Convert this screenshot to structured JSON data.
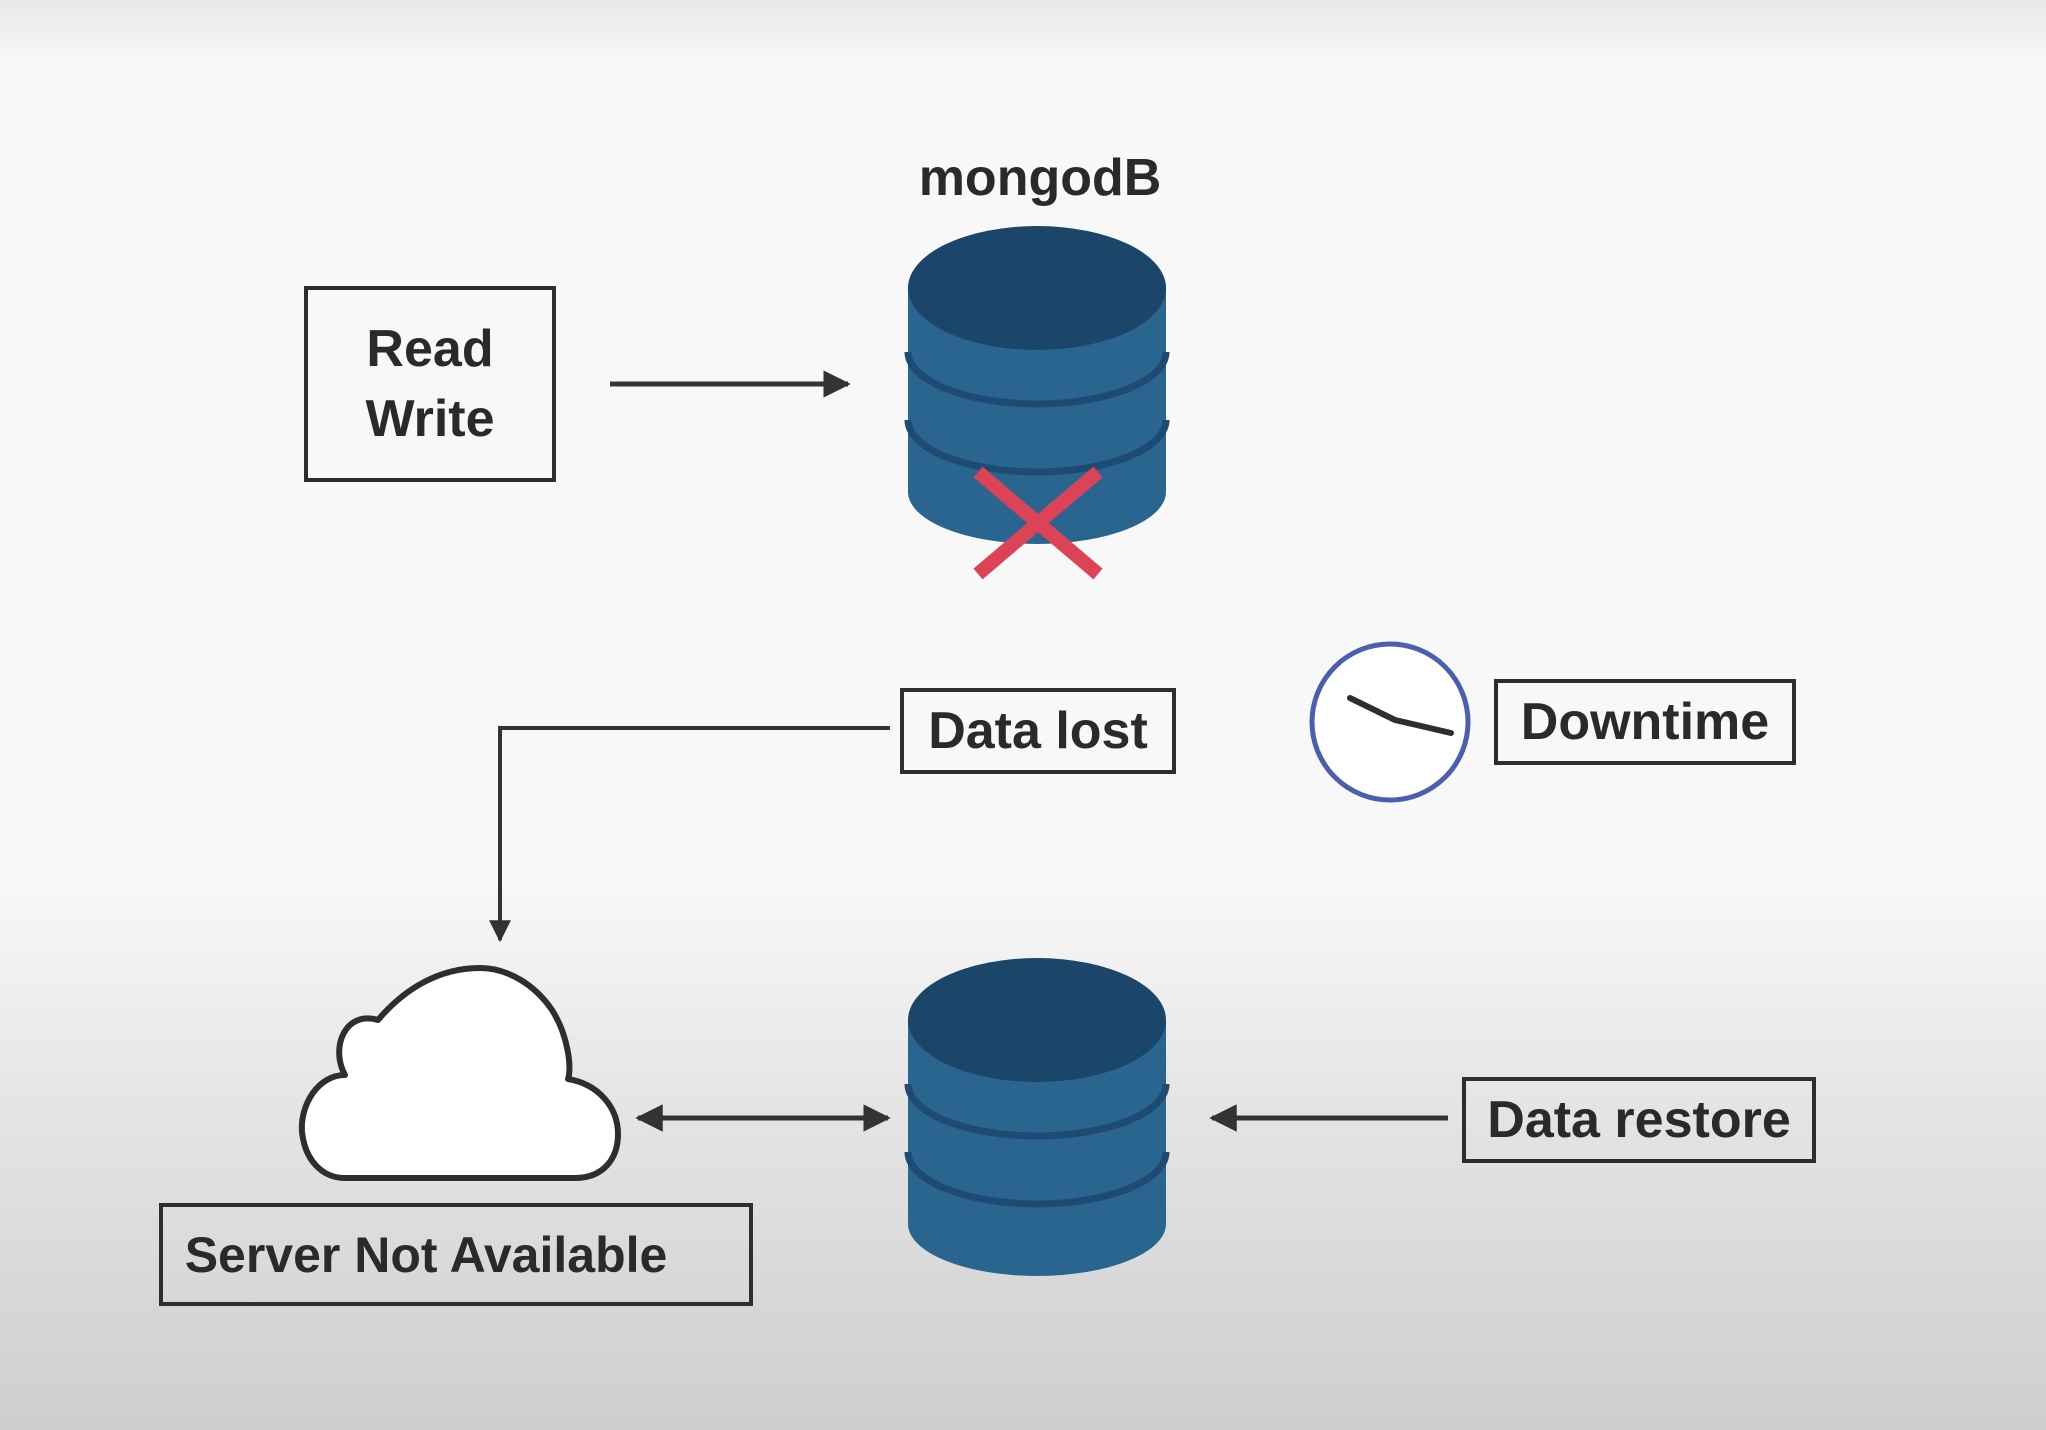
{
  "labels": {
    "read": "Read",
    "write": "Write",
    "database_name": "mongodB",
    "data_lost": "Data lost",
    "downtime": "Downtime",
    "data_restore": "Data restore",
    "server_not_available": "Server Not Available"
  },
  "colors": {
    "db_top": "#1b4569",
    "db_body": "#2a6590",
    "db_line": "#1d4b71",
    "failure_x": "#dc4356",
    "clock_ring": "#4a5fae",
    "arrow": "#333333",
    "text": "#2a2a2a"
  },
  "icons": [
    "database-icon",
    "failure-x-icon",
    "clock-icon",
    "cloud-icon",
    "arrow-right-icon",
    "arrow-left-icon",
    "arrow-down-icon",
    "double-arrow-icon"
  ]
}
